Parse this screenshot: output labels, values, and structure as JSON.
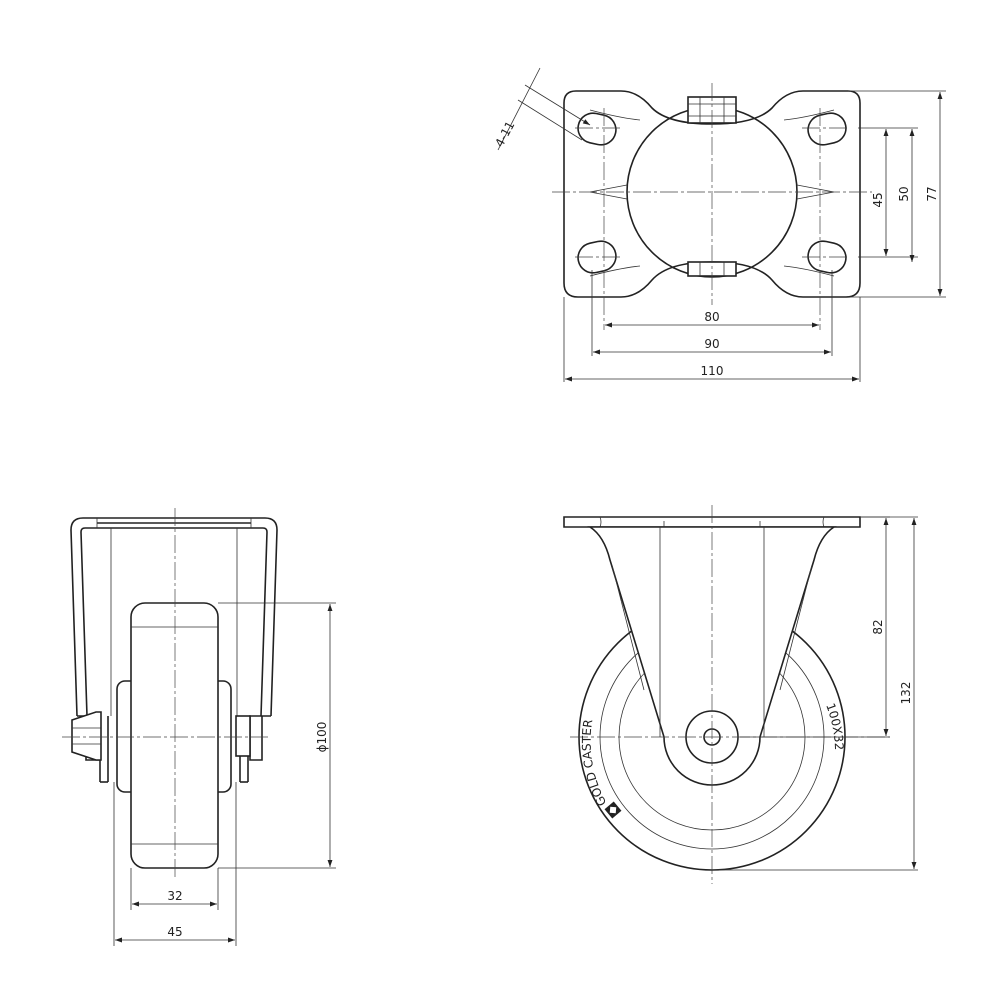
{
  "colors": {
    "line": "#222222",
    "background": "#ffffff"
  },
  "top_view": {
    "hole_callout": "4-11",
    "dim_hole_spacing_x": "80",
    "dim_plate_inner_x": "90",
    "dim_plate_width": "110",
    "dim_hole_spacing_y": "45",
    "dim_plate_inner_y": "50",
    "dim_plate_depth": "77"
  },
  "front_view": {
    "dim_wheel_diameter": "ϕ100",
    "dim_wheel_width": "32",
    "dim_overall_width": "45"
  },
  "side_view": {
    "dim_axle_height": "82",
    "dim_overall_height": "132",
    "wheel_brand_text": "GOLD CASTER",
    "wheel_size_text": "100X32"
  }
}
